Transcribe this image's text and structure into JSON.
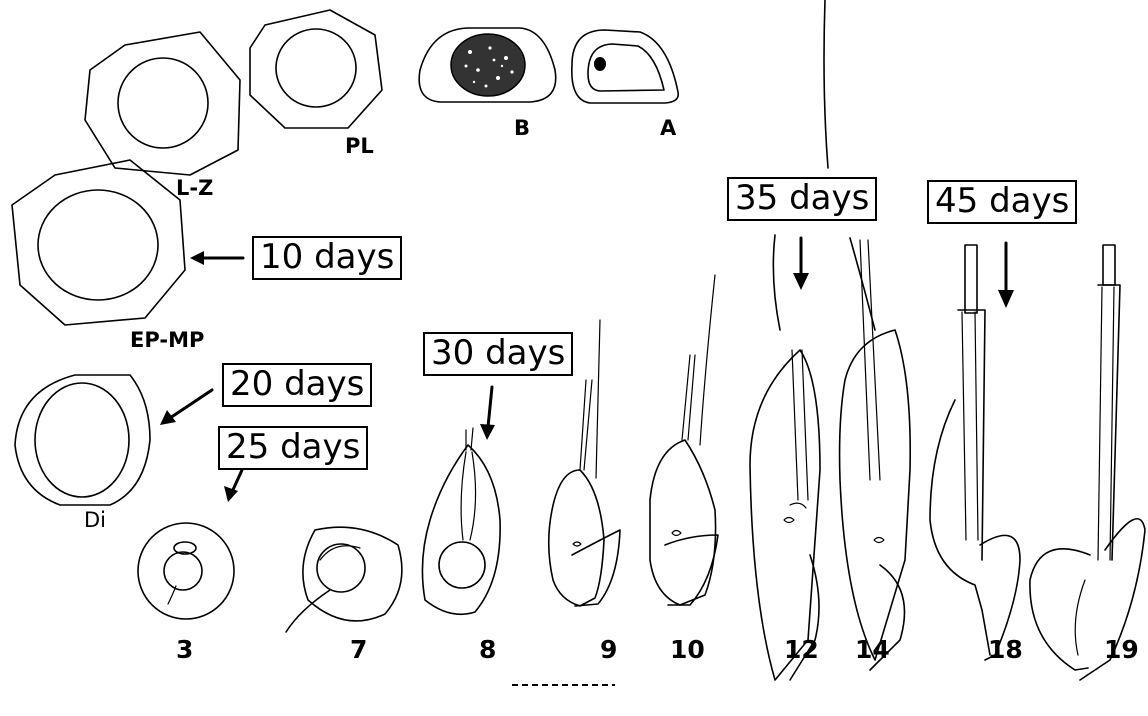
{
  "stage_labels": {
    "lz": "L-Z",
    "pl": "PL",
    "b": "B",
    "a": "A",
    "epmp": "EP-MP",
    "di": "Di"
  },
  "day_labels": {
    "d10": "10 days",
    "d20": "20 days",
    "d25": "25 days",
    "d30": "30 days",
    "d35": "35 days",
    "d45": "45 days"
  },
  "step_numbers": [
    "3",
    "7",
    "8",
    "9",
    "10",
    "12",
    "14",
    "18",
    "19"
  ],
  "scale_bar_label": ""
}
